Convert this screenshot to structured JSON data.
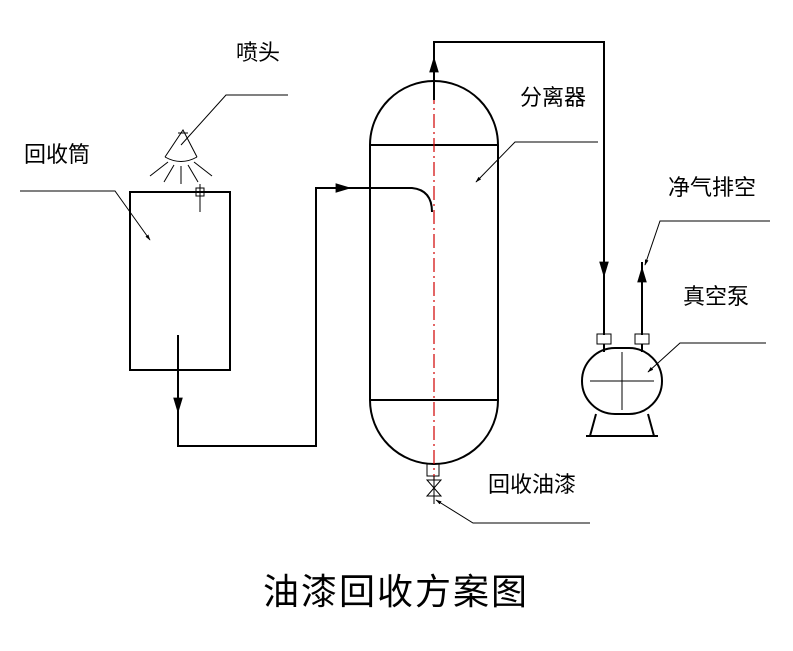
{
  "labels": {
    "nozzle": "喷头",
    "recovery_drum": "回收筒",
    "separator": "分离器",
    "clean_air_exhaust": "净气排空",
    "vacuum_pump": "真空泵",
    "recovered_oil_paint": "回收油漆"
  },
  "title": "油漆回收方案图",
  "colors": {
    "line": "#000000",
    "centerline": "#d00000"
  }
}
